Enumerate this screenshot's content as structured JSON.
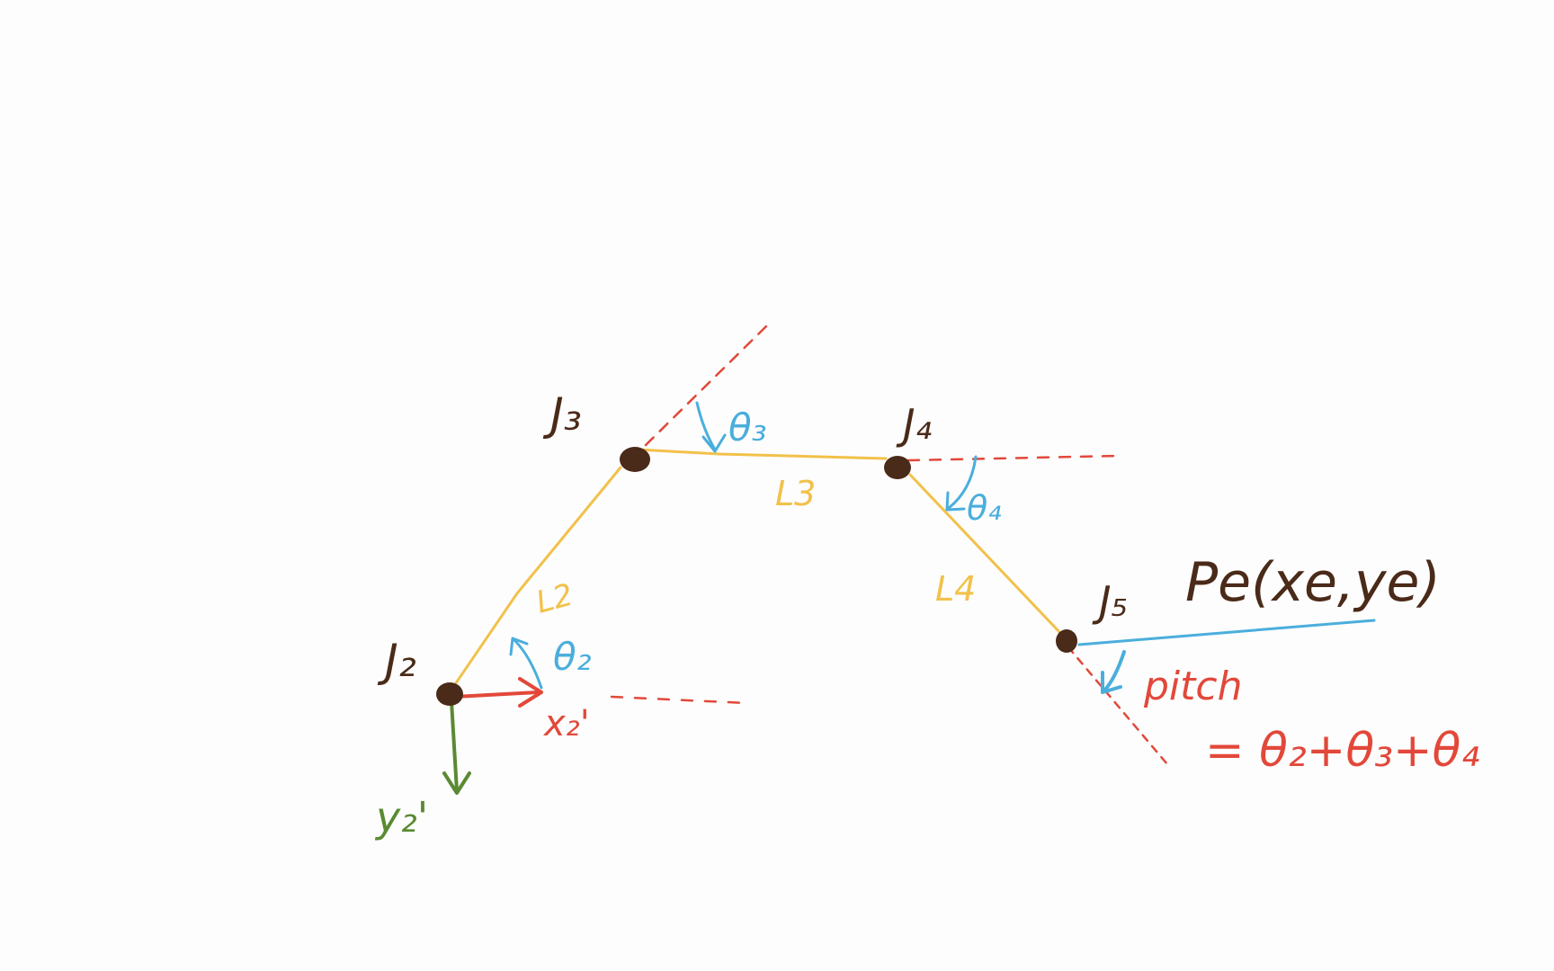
{
  "joints": {
    "j2": "J₂",
    "j3": "J₃",
    "j4": "J₄",
    "j5": "J₅"
  },
  "links": {
    "l2": "L2",
    "l3": "L3",
    "l4": "L4"
  },
  "angles": {
    "theta2": "θ₂",
    "theta3": "θ₃",
    "theta4": "θ₄"
  },
  "axes": {
    "x2": "x₂'",
    "y2": "y₂'"
  },
  "end_effector": {
    "point": "Pe(xe,ye)"
  },
  "pitch": {
    "label": "pitch",
    "formula": "= θ₂+θ₃+θ₄"
  },
  "colors": {
    "link": "#f2c14a",
    "joint": "#4a2a18",
    "angle": "#4aaedc",
    "reference": "#e2483a",
    "y_axis": "#5a8a32"
  }
}
